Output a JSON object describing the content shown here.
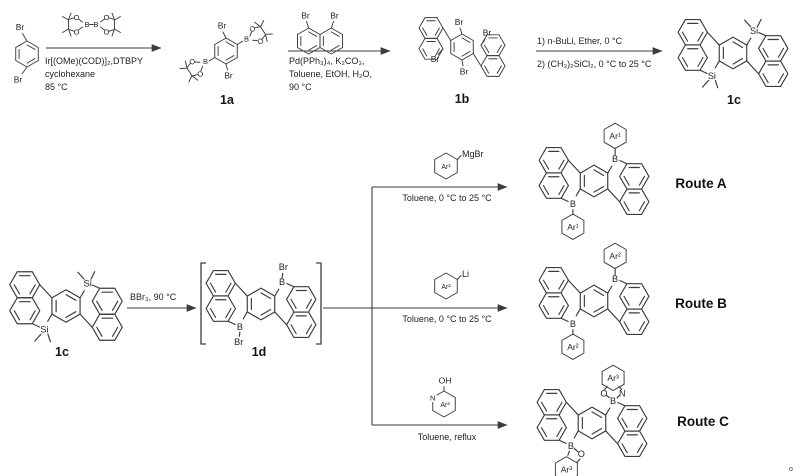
{
  "labels": {
    "br": "Br",
    "b": "B",
    "o": "O",
    "si": "Si",
    "n": "N",
    "oh": "OH",
    "li": "Li",
    "mgbr": "MgBr",
    "ar1": "Ar¹",
    "ar2": "Ar²",
    "ar3": "Ar³"
  },
  "compounds": {
    "c1a": "1a",
    "c1b": "1b",
    "c1c": "1c",
    "c1d": "1d"
  },
  "conditions": {
    "step1": [
      "Ir[(OMe)(COD)]₂,DTBPY",
      "cyclohexane",
      "85 °C"
    ],
    "step2": [
      "Pd(PPh₃)₄, K₂CO₃,",
      "Toluene, EtOH, H₂O,",
      "90 °C"
    ],
    "step3": [
      "1) n-BuLi, Ether, 0 °C",
      "2) (CH₃)₂SiCl₂, 0 °C to 25 °C"
    ],
    "step4": [
      "BBr₃, 90 °C"
    ],
    "route_a": [
      "Toluene, 0 °C to 25 °C"
    ],
    "route_b": [
      "Toluene, 0 °C to 25 °C"
    ],
    "route_c": [
      "Toluene, reflux"
    ]
  },
  "routes": {
    "a": "Route A",
    "b": "Route B",
    "c": "Route C"
  },
  "corner_mark": "o"
}
